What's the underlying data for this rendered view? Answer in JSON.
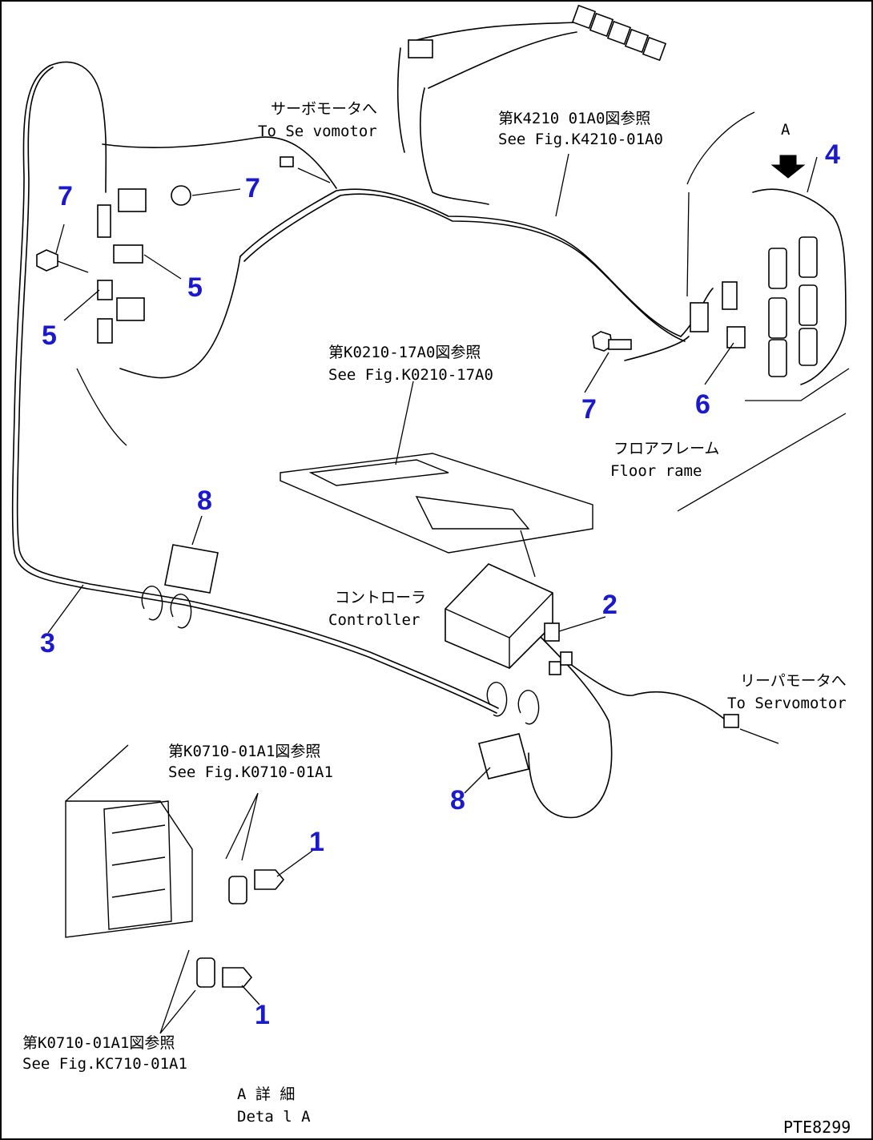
{
  "colors": {
    "callout": "#1a1acc",
    "line": "#000000",
    "background": "#ffffff"
  },
  "labels": {
    "servomotor_front_jp": "サーボモータへ",
    "servomotor_front_en": "To Se vomotor",
    "see_k4210_jp": "第K4210 01A0図参照",
    "see_k4210_en": "See Fig.K4210-01A0",
    "view_a": "A",
    "see_k0210_jp": "第K0210-17A0図参照",
    "see_k0210_en": "See Fig.K0210-17A0",
    "floor_frame_jp": "フロアフレーム",
    "floor_frame_en": "Floor rame",
    "controller_jp": "コントローラ",
    "controller_en": "Controller",
    "servomotor_rear_jp": "リーパモータへ",
    "servomotor_rear_en": "To Servomotor",
    "see_k0710_top_jp": "第K0710-01A1図参照",
    "see_k0710_top_en": "See Fig.K0710-01A1",
    "see_k0710_bottom_jp": "第K0710-01A1図参照",
    "see_k0710_bottom_en": "See Fig.KC710-01A1",
    "detail_a_jp": "A 詳 細",
    "detail_a_en": "Deta l A",
    "drawing_code": "PTE8299"
  },
  "callouts": {
    "c1a": "1",
    "c1b": "1",
    "c2": "2",
    "c3": "3",
    "c4": "4",
    "c5a": "5",
    "c5b": "5",
    "c6": "6",
    "c7a": "7",
    "c7b": "7",
    "c7c": "7",
    "c8a": "8",
    "c8b": "8"
  }
}
